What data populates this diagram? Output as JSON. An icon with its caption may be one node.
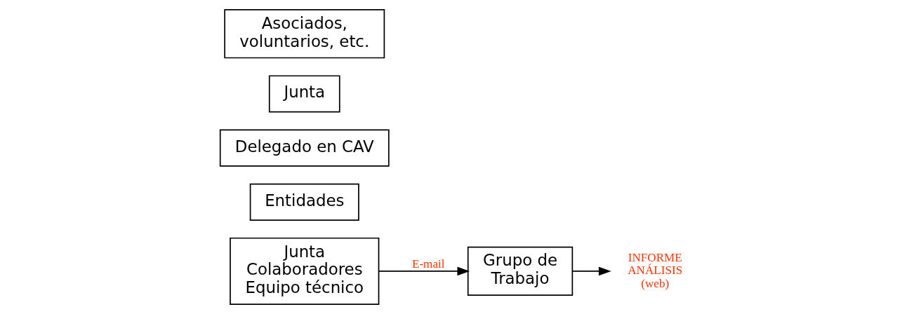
{
  "diagram": {
    "nodes": [
      {
        "text": [
          "Junta Colaboradores Equipo técnico"
        ]
      },
      {
        "text": [
          "Grupo de Trabajo"
        ]
      },
      {
        "text": [
          "INFORME ANÁLISIS (web)"
        ]
      },
      {
        "text": [
          "Entidades"
        ]
      },
      {
        "text": [
          "Delegado en CAV"
        ]
      },
      {
        "text": [
          "Junta"
        ]
      },
      {
        "text": [
          "Asociados, voluntarios, etc."
        ]
      }
    ],
    "edges": [
      {
        "from": 0,
        "to": 1,
        "arrow": "to",
        "label": "E-mail"
      },
      {
        "from": 1,
        "to": 2,
        "arrow": "to"
      }
    ]
  }
}
